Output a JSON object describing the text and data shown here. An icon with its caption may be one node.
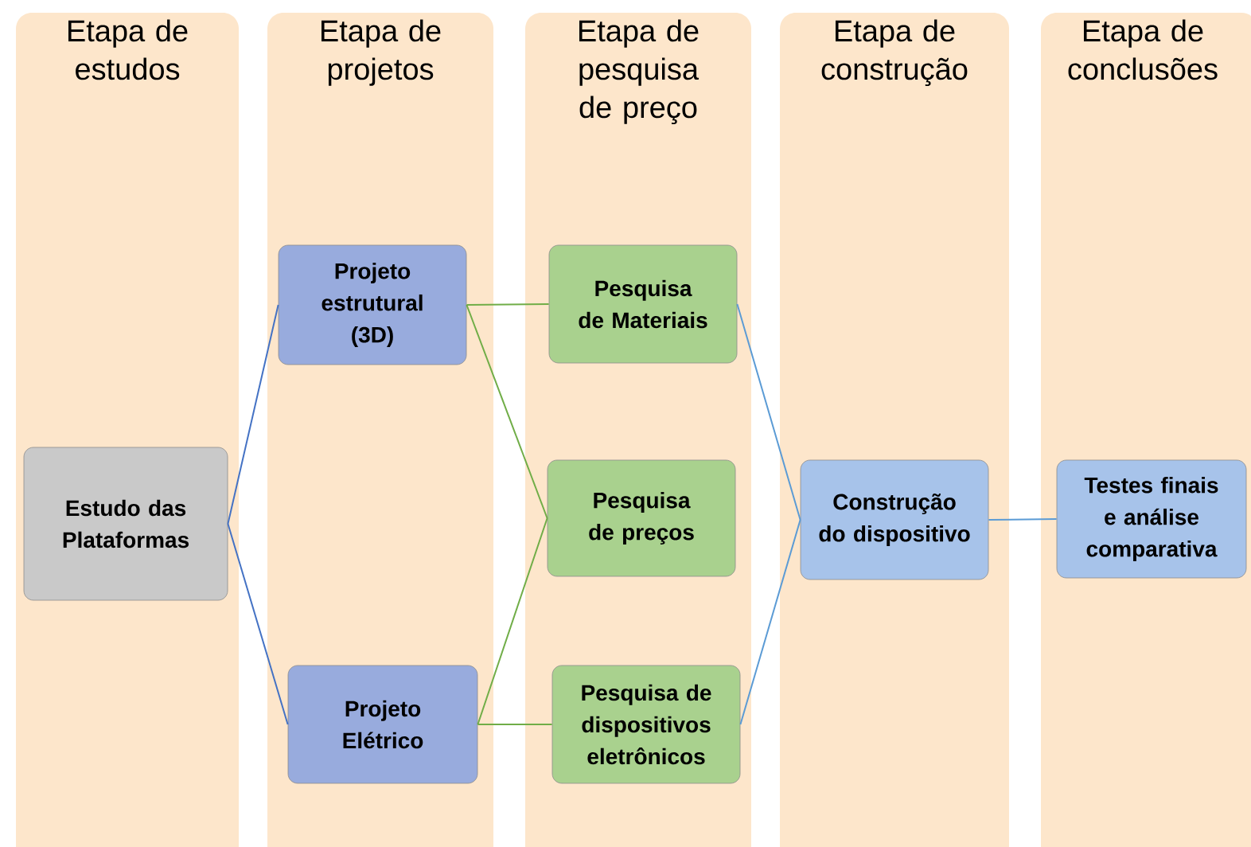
{
  "diagram": {
    "nodes": [
      {
        "text": [
          "Etapa de estudos"
        ]
      },
      {
        "text": [
          "Etapa de projetos"
        ]
      },
      {
        "text": [
          "Etapa de pesquisa de preço"
        ]
      },
      {
        "text": [
          "Etapa de construção"
        ]
      },
      {
        "text": [
          "Etapa de conclusões"
        ]
      },
      {
        "text": [
          "Estudo das Plataformas"
        ],
        "in": 0
      },
      {
        "text": [
          "Projeto estrutural (3D)"
        ],
        "in": 1
      },
      {
        "text": [
          "Projeto Elétrico"
        ],
        "in": 1
      },
      {
        "text": [
          "Pesquisa de Materiais"
        ],
        "in": 2
      },
      {
        "text": [
          "Pesquisa de preços"
        ],
        "in": 2
      },
      {
        "text": [
          "Pesquisa de dispositivos eletrônicos"
        ],
        "in": 2
      },
      {
        "text": [
          "Construção do dispositivo"
        ],
        "in": 3
      },
      {
        "text": [
          "Testes finais e análise comparativa"
        ],
        "in": 4
      }
    ],
    "edges": [
      {
        "from": 5,
        "to": 6,
        "arrow": "none",
        "color": "#4472c4"
      },
      {
        "from": 5,
        "to": 7,
        "arrow": "none",
        "color": "#4472c4"
      },
      {
        "from": 6,
        "to": 8,
        "arrow": "none",
        "color": "#70ad47"
      },
      {
        "from": 6,
        "to": 9,
        "arrow": "none",
        "color": "#70ad47"
      },
      {
        "from": 7,
        "to": 9,
        "arrow": "none",
        "color": "#70ad47"
      },
      {
        "from": 7,
        "to": 10,
        "arrow": "none",
        "color": "#70ad47"
      },
      {
        "from": 8,
        "to": 11,
        "arrow": "none",
        "color": "#5b9bd5"
      },
      {
        "from": 10,
        "to": 11,
        "arrow": "none",
        "color": "#5b9bd5"
      },
      {
        "from": 11,
        "to": 12,
        "arrow": "none",
        "color": "#5b9bd5"
      }
    ]
  }
}
